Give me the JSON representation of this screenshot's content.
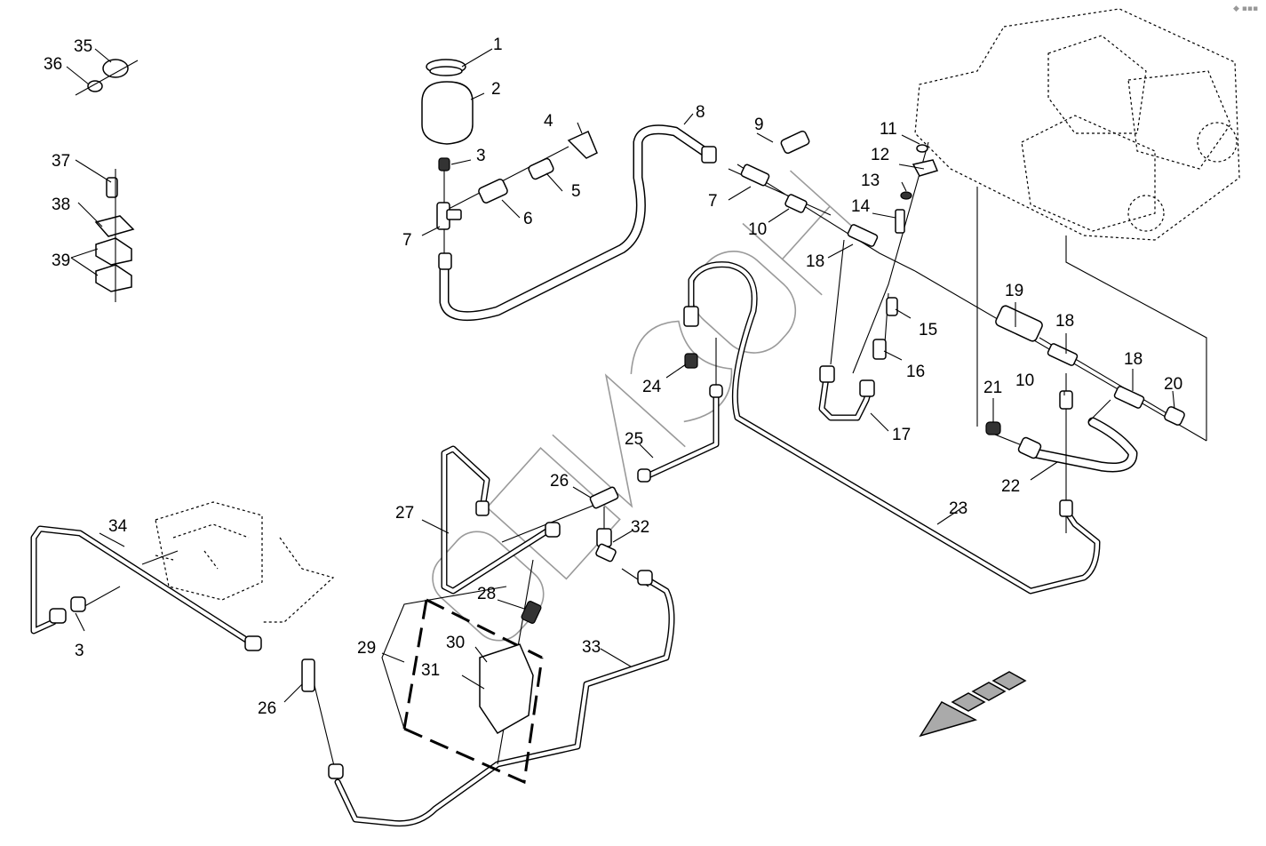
{
  "diagram": {
    "type": "exploded-parts-diagram",
    "subject": "hydraulic pipe and hose assembly",
    "watermark": "БИЗОН",
    "corner_logo": "◆ ▪▪▪",
    "direction_indicator": "front-direction-arrow",
    "callouts": [
      {
        "id": "c1",
        "label": "1"
      },
      {
        "id": "c2",
        "label": "2"
      },
      {
        "id": "c3a",
        "label": "3"
      },
      {
        "id": "c3b",
        "label": "3"
      },
      {
        "id": "c4",
        "label": "4"
      },
      {
        "id": "c5",
        "label": "5"
      },
      {
        "id": "c6",
        "label": "6"
      },
      {
        "id": "c7a",
        "label": "7"
      },
      {
        "id": "c7b",
        "label": "7"
      },
      {
        "id": "c8",
        "label": "8"
      },
      {
        "id": "c9",
        "label": "9"
      },
      {
        "id": "c10a",
        "label": "10"
      },
      {
        "id": "c10b",
        "label": "10"
      },
      {
        "id": "c11",
        "label": "11"
      },
      {
        "id": "c12",
        "label": "12"
      },
      {
        "id": "c13",
        "label": "13"
      },
      {
        "id": "c14",
        "label": "14"
      },
      {
        "id": "c15",
        "label": "15"
      },
      {
        "id": "c16",
        "label": "16"
      },
      {
        "id": "c17",
        "label": "17"
      },
      {
        "id": "c18a",
        "label": "18"
      },
      {
        "id": "c18b",
        "label": "18"
      },
      {
        "id": "c18c",
        "label": "18"
      },
      {
        "id": "c19",
        "label": "19"
      },
      {
        "id": "c20",
        "label": "20"
      },
      {
        "id": "c21",
        "label": "21"
      },
      {
        "id": "c22",
        "label": "22"
      },
      {
        "id": "c23",
        "label": "23"
      },
      {
        "id": "c24",
        "label": "24"
      },
      {
        "id": "c25",
        "label": "25"
      },
      {
        "id": "c26a",
        "label": "26"
      },
      {
        "id": "c26b",
        "label": "26"
      },
      {
        "id": "c27",
        "label": "27"
      },
      {
        "id": "c28",
        "label": "28"
      },
      {
        "id": "c29",
        "label": "29"
      },
      {
        "id": "c30",
        "label": "30"
      },
      {
        "id": "c31",
        "label": "31"
      },
      {
        "id": "c32",
        "label": "32"
      },
      {
        "id": "c33",
        "label": "33"
      },
      {
        "id": "c34",
        "label": "34"
      },
      {
        "id": "c35",
        "label": "35"
      },
      {
        "id": "c36",
        "label": "36"
      },
      {
        "id": "c37",
        "label": "37"
      },
      {
        "id": "c38",
        "label": "38"
      },
      {
        "id": "c39",
        "label": "39"
      }
    ]
  }
}
